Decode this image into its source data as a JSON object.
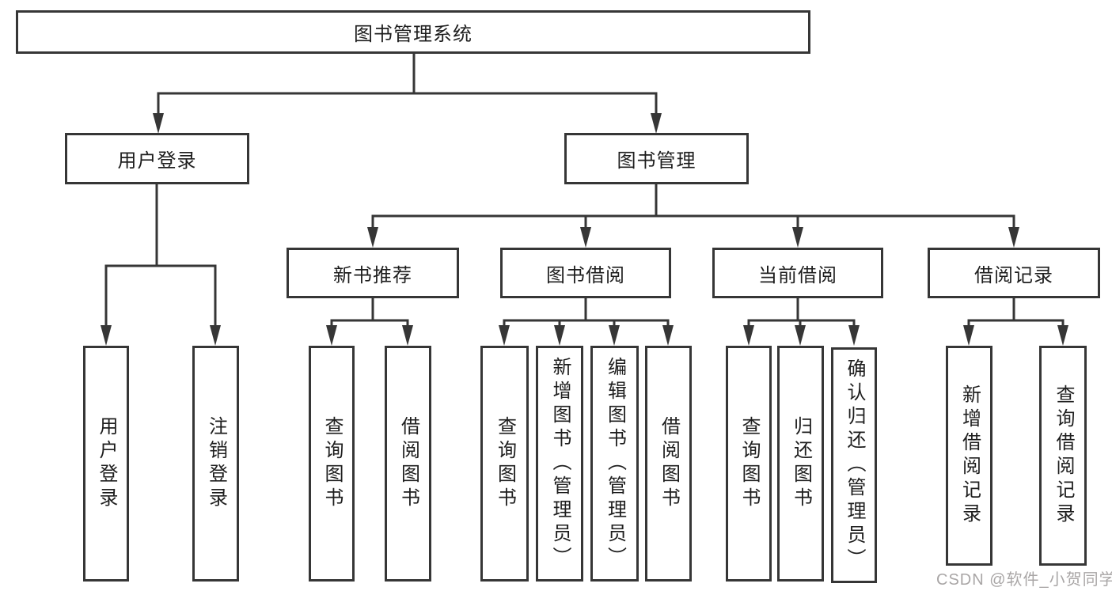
{
  "tree": {
    "label": "图书管理系统",
    "children": [
      {
        "label": "用户登录",
        "children": [
          {
            "label": "用户登录"
          },
          {
            "label": "注销登录"
          }
        ]
      },
      {
        "label": "图书管理",
        "children": [
          {
            "label": "新书推荐",
            "children": [
              {
                "label": "查询图书"
              },
              {
                "label": "借阅图书"
              }
            ]
          },
          {
            "label": "图书借阅",
            "children": [
              {
                "label": "查询图书"
              },
              {
                "label": "新增图书（管理员）"
              },
              {
                "label": "编辑图书（管理员）"
              },
              {
                "label": "借阅图书"
              }
            ]
          },
          {
            "label": "当前借阅",
            "children": [
              {
                "label": "查询图书"
              },
              {
                "label": "归还图书"
              },
              {
                "label": "确认归还（管理员）"
              }
            ]
          },
          {
            "label": "借阅记录",
            "children": [
              {
                "label": "新增借阅记录"
              },
              {
                "label": "查询借阅记录"
              }
            ]
          }
        ]
      }
    ]
  },
  "watermark": "CSDN @软件_小贺同学",
  "colors": {
    "line": "#363636",
    "text": "#1e1e1e",
    "watermark_text": "#a9a6a6"
  }
}
